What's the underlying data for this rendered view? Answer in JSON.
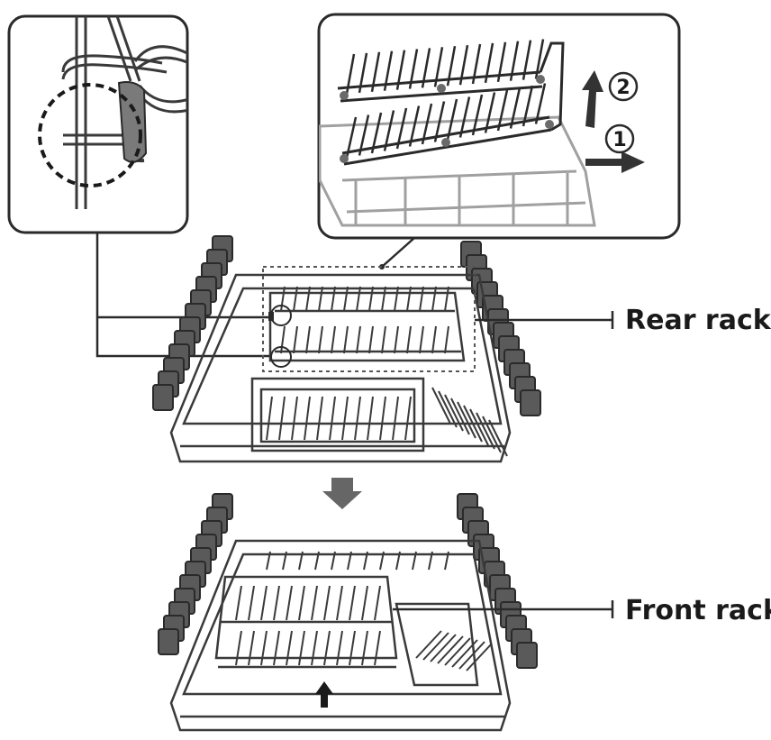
{
  "labels": {
    "rear_rack": "Rear rack",
    "front_rack": "Front rack"
  },
  "callout_steps": [
    "1",
    "2"
  ],
  "colors": {
    "line": "#2a2a2a",
    "wire": "#3a3a3a",
    "light_wire": "#9a9a9a",
    "tine_panel": "#5a5a5a",
    "arrow": "#333333",
    "down_arrow": "#666666",
    "hook_fill": "#7a7a7a"
  }
}
